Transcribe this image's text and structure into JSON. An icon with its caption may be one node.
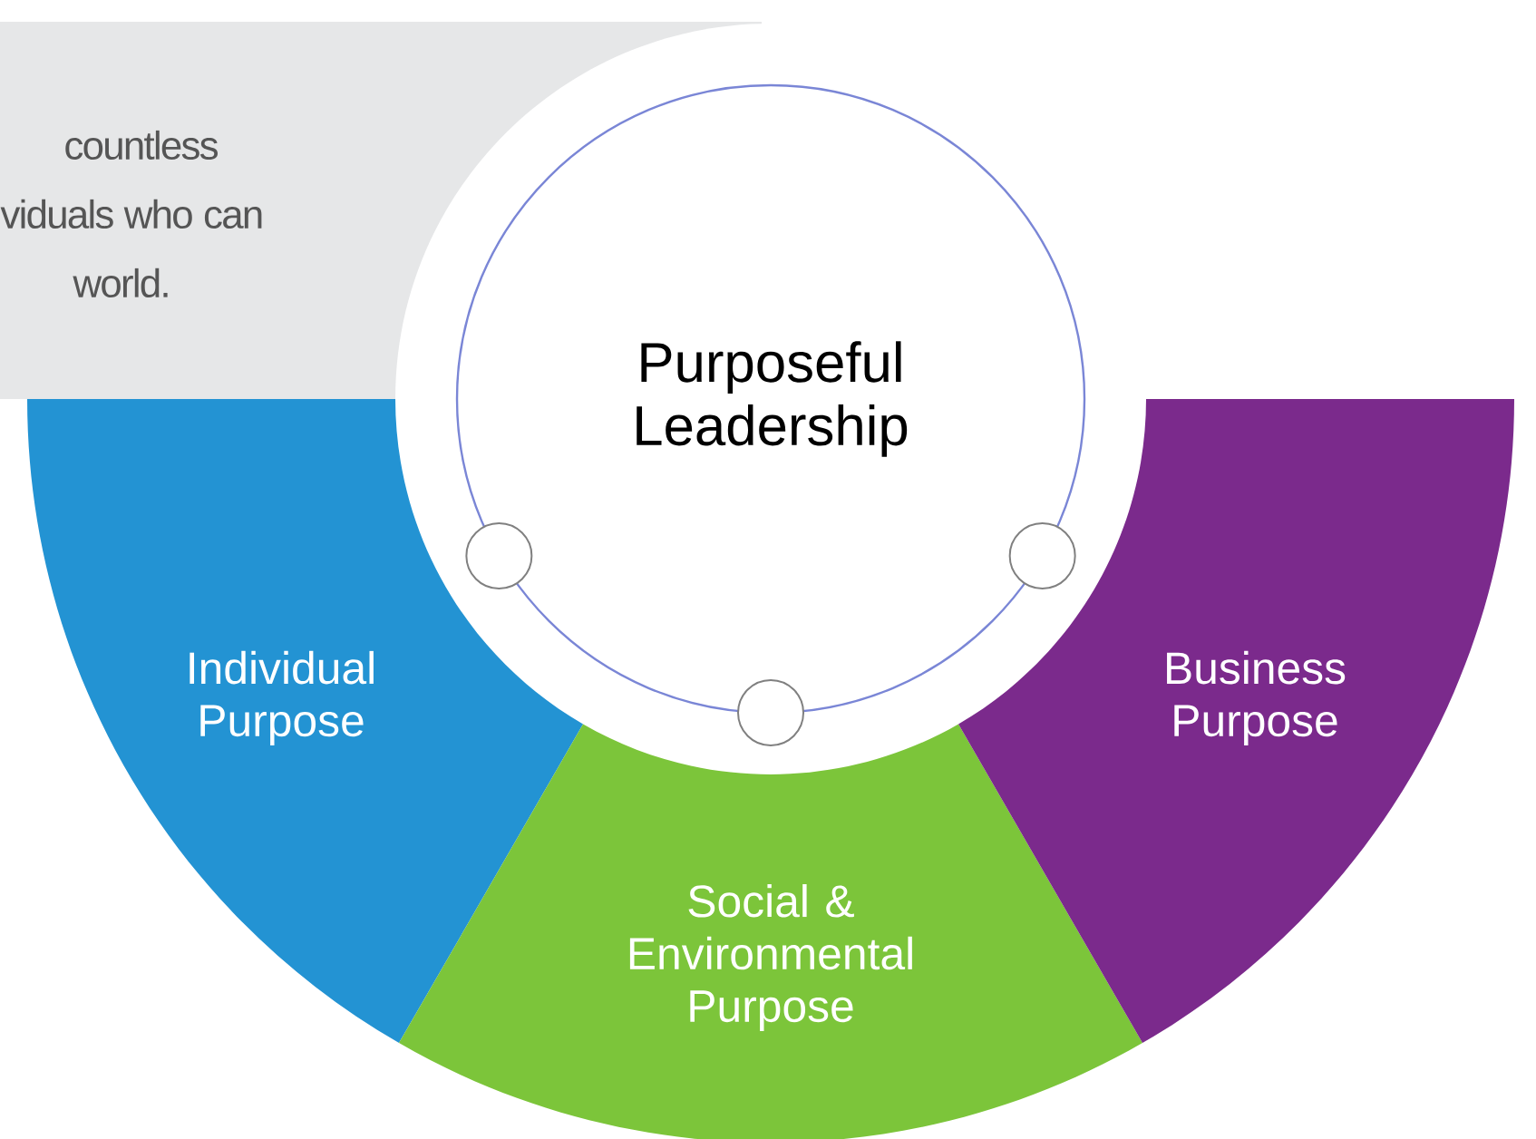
{
  "diagram": {
    "nodes": [
      {
        "text": [
          "Purposeful Leadership"
        ]
      },
      {
        "text": [
          "Individual Purpose"
        ]
      },
      {
        "text": [
          "Social & Environmental Purpose"
        ]
      },
      {
        "text": [
          "Business Purpose"
        ]
      }
    ],
    "labels": [
      "countless",
      "viduals who can",
      "world."
    ]
  }
}
